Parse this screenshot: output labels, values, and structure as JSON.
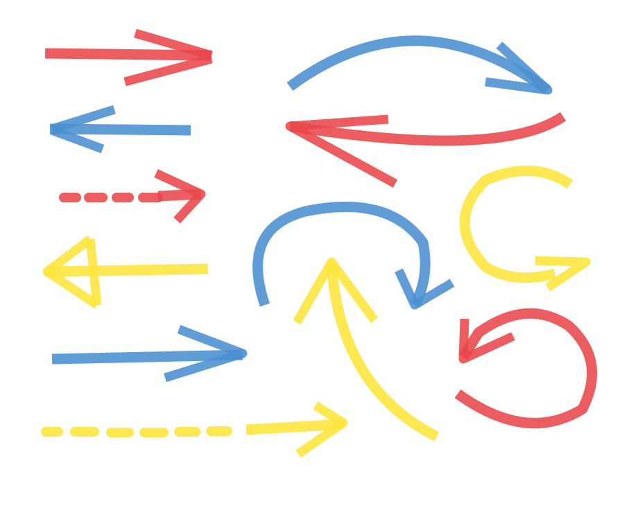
{
  "colors": {
    "red": "#e8474a",
    "blue": "#4a90d0",
    "yellow": "#fde53a",
    "background": "#ffffff"
  },
  "arrows": [
    {
      "name": "red-right-arrow-icon",
      "color": "red",
      "direction": "right",
      "style": "straight"
    },
    {
      "name": "blue-left-arrow-icon",
      "color": "blue",
      "direction": "left",
      "style": "straight"
    },
    {
      "name": "red-dashed-right-arrow-icon",
      "color": "red",
      "direction": "right",
      "style": "dashed"
    },
    {
      "name": "yellow-left-triangle-arrow-icon",
      "color": "yellow",
      "direction": "left",
      "style": "straight"
    },
    {
      "name": "blue-right-arrow-icon",
      "color": "blue",
      "direction": "right",
      "style": "straight"
    },
    {
      "name": "yellow-dashed-right-arrow-icon",
      "color": "yellow",
      "direction": "right",
      "style": "dashed"
    },
    {
      "name": "blue-arc-right-arrow-icon",
      "color": "blue",
      "direction": "right",
      "style": "curved"
    },
    {
      "name": "red-curved-left-arrow-icon",
      "color": "red",
      "direction": "left",
      "style": "curved"
    },
    {
      "name": "yellow-loop-right-arrow-icon",
      "color": "yellow",
      "direction": "right",
      "style": "loop"
    },
    {
      "name": "blue-arc-down-arrow-icon",
      "color": "blue",
      "direction": "down",
      "style": "curved"
    },
    {
      "name": "yellow-curved-up-arrow-icon",
      "color": "yellow",
      "direction": "up",
      "style": "curved"
    },
    {
      "name": "red-loop-arrow-icon",
      "color": "red",
      "direction": "left",
      "style": "loop"
    }
  ]
}
